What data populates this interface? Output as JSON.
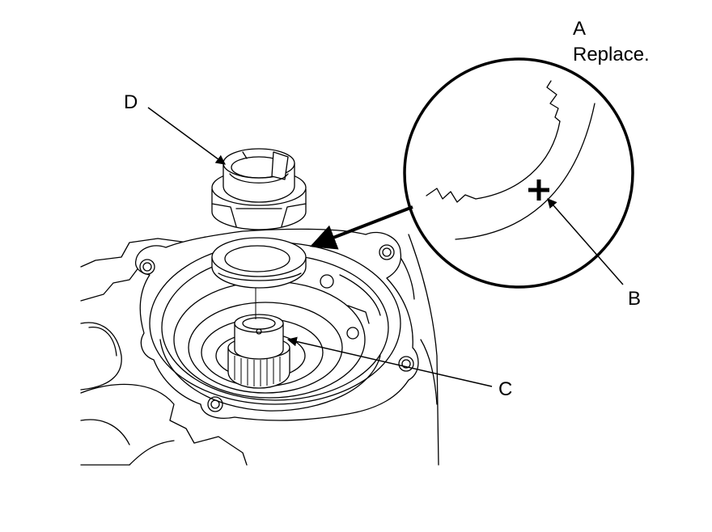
{
  "labels": {
    "a": "A",
    "a_note": "Replace.",
    "b": "B",
    "c": "C",
    "d": "D"
  }
}
